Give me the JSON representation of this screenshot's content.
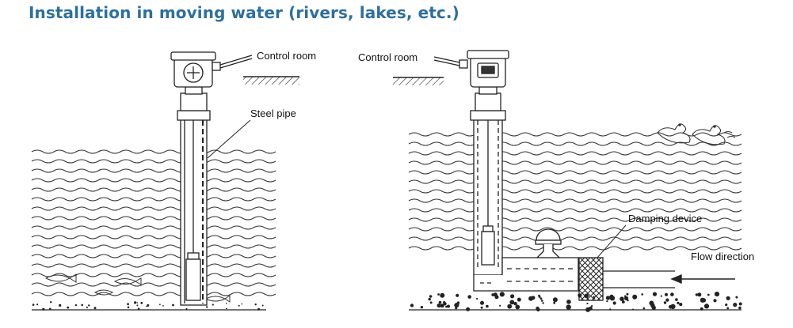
{
  "title": "Installation in moving water (rivers, lakes, etc.)",
  "left_diagram": {
    "control_room_label": "Control room",
    "steel_pipe_label": "Steel pipe"
  },
  "right_diagram": {
    "control_room_label": "Control room",
    "damping_device_label": "Damping device",
    "flow_direction_label": "Flow direction"
  },
  "colors": {
    "title": "#2e6f9e",
    "line": "#222222",
    "wave": "#333333"
  }
}
